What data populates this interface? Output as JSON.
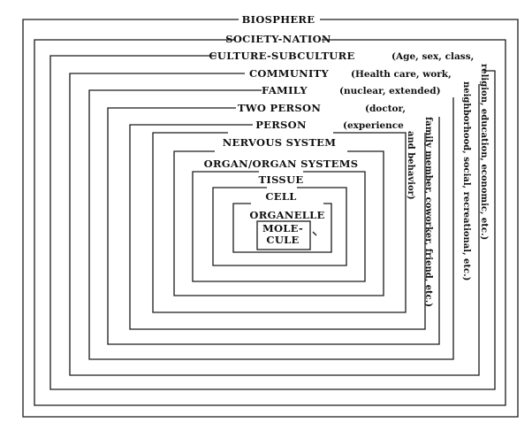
{
  "diagram": {
    "levels": [
      {
        "key": "biosphere",
        "label": "BIOSPHERE"
      },
      {
        "key": "society",
        "label": "SOCIETY-NATION"
      },
      {
        "key": "culture",
        "label": "CULTURE-SUBCULTURE",
        "note": "(Age, sex, class,"
      },
      {
        "key": "community",
        "label": "COMMUNITY",
        "note": "(Health care, work,"
      },
      {
        "key": "family",
        "label": "FAMILY",
        "note": "(nuclear, extended)"
      },
      {
        "key": "two_person",
        "label": "TWO PERSON",
        "note": "(doctor,"
      },
      {
        "key": "person",
        "label": "PERSON",
        "note": "(experience"
      },
      {
        "key": "nervous",
        "label": "NERVOUS SYSTEM"
      },
      {
        "key": "organ",
        "label": "ORGAN/ORGAN SYSTEMS"
      },
      {
        "key": "tissue",
        "label": "TISSUE"
      },
      {
        "key": "cell",
        "label": "CELL"
      },
      {
        "key": "organelle",
        "label": "ORGANELLE"
      },
      {
        "key": "molecule",
        "label_line1": "MOLE-",
        "label_line2": "CULE"
      }
    ],
    "vertical_notes": {
      "culture": "religion, education, economic, etc.)",
      "community": "neighborhood, social, recreational, etc.)",
      "two_person": "family member, coworker, friend, etc.)",
      "person": "and behavior)"
    }
  }
}
